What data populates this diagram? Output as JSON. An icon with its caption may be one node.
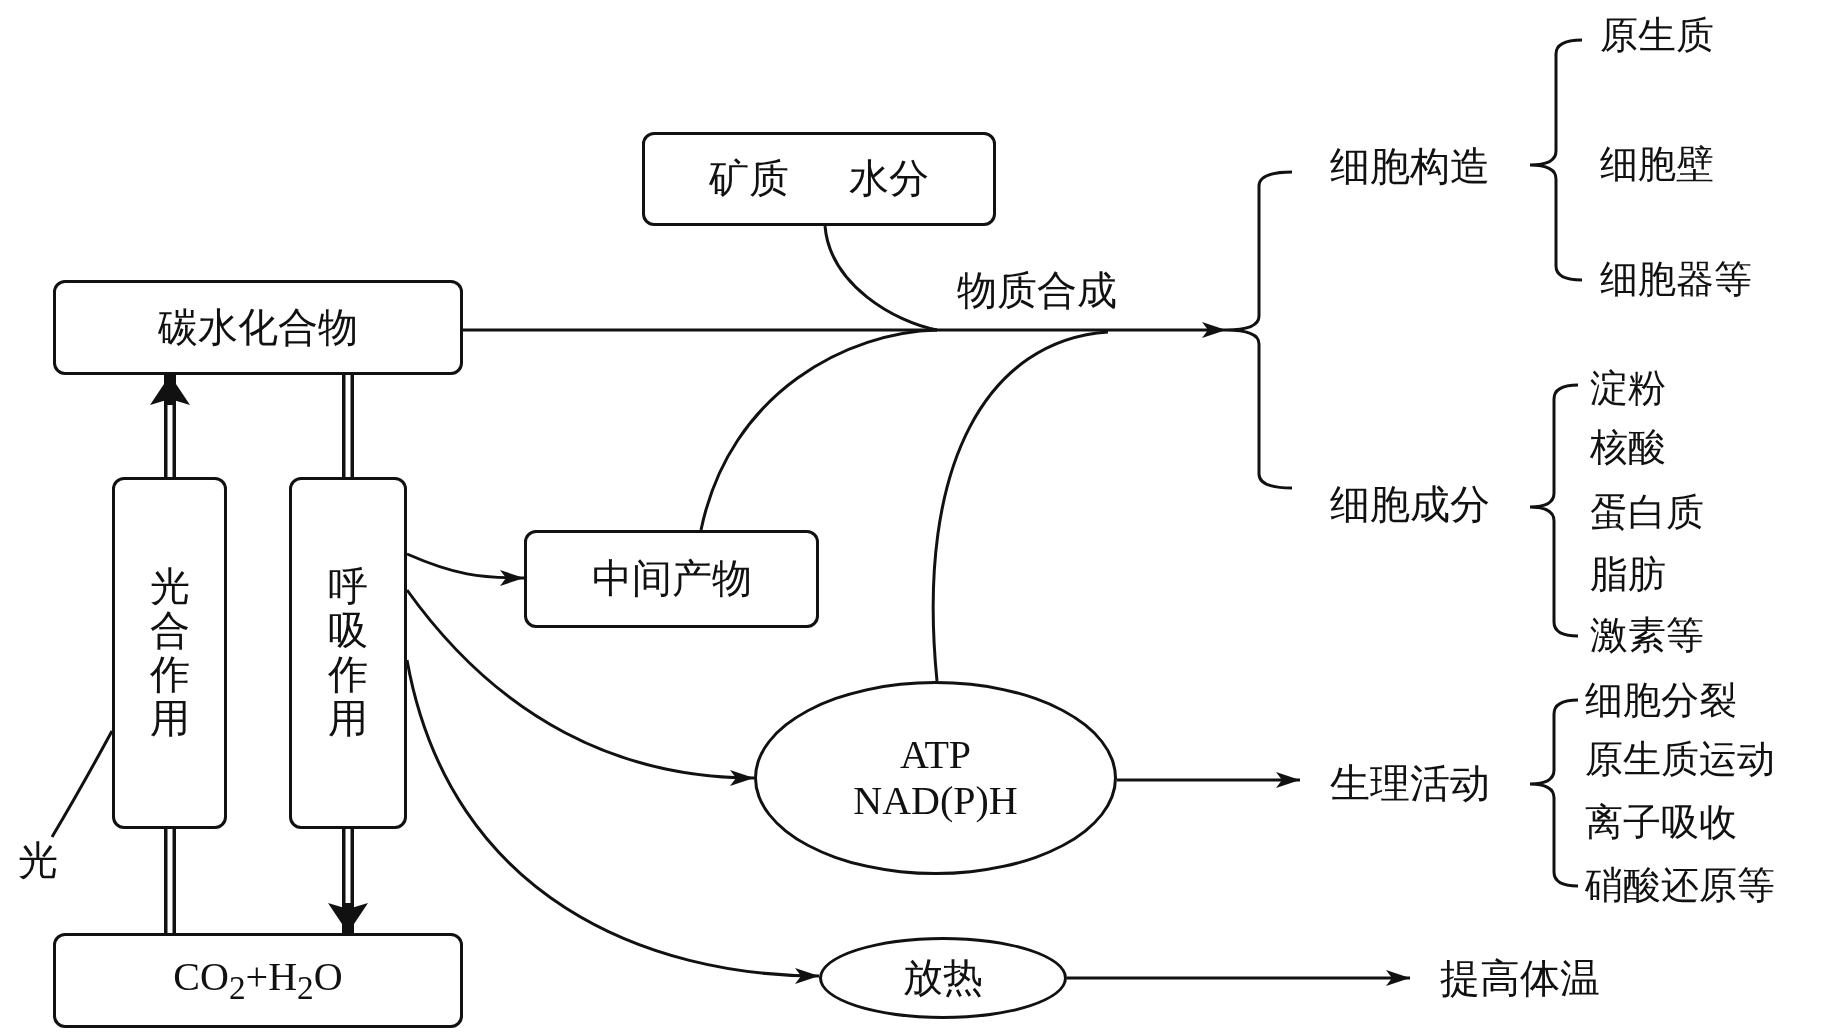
{
  "diagram": {
    "nodes": [
      {
        "text": [
          "矿质",
          "水分"
        ]
      },
      {
        "text": [
          "碳水化合物"
        ]
      },
      {
        "text": [
          "物质合成"
        ]
      },
      {
        "text": [
          "细胞构造"
        ]
      },
      {
        "text": [
          "细胞成分"
        ]
      },
      {
        "text": [
          "光合作用"
        ]
      },
      {
        "text": [
          "呼吸作用"
        ]
      },
      {
        "text": [
          "中间产物"
        ]
      },
      {
        "text": [
          "ATP NAD(P)H"
        ]
      },
      {
        "text": [
          "生理活动"
        ]
      },
      {
        "text": [
          "光"
        ]
      },
      {
        "text": [
          "放热"
        ]
      },
      {
        "text": [
          "提高体温"
        ]
      },
      {
        "text": [
          "CO$_{2}$+H$_{2}$O"
        ]
      },
      {
        "text": [],
        "shape": "brace"
      }
    ],
    "edges": [
      {
        "from": 5,
        "to": 1,
        "arrow": "to",
        "style": "thick"
      },
      {
        "from": 13,
        "to": 5,
        "arrow": "none",
        "style": "thick"
      },
      {
        "from": 1,
        "to": 6,
        "arrow": "none",
        "style": "thick"
      },
      {
        "from": 6,
        "to": 13,
        "arrow": "to",
        "style": "thick"
      },
      {
        "from": 10,
        "to": 5,
        "arrow": "none"
      },
      {
        "from": 1,
        "to": 2,
        "arrow": "none"
      },
      {
        "from": 0,
        "to": 2,
        "arrow": "none"
      },
      {
        "from": 7,
        "to": 2,
        "arrow": "none"
      },
      {
        "from": 8,
        "to": 2,
        "arrow": "none"
      },
      {
        "from": 2,
        "to": 14,
        "arrow": "to"
      },
      {
        "from": 6,
        "to": 7,
        "arrow": "to"
      },
      {
        "from": 6,
        "to": 8,
        "arrow": "to"
      },
      {
        "from": 6,
        "to": 11,
        "arrow": "to"
      },
      {
        "from": 8,
        "to": 9,
        "arrow": "to"
      },
      {
        "from": 11,
        "to": 12,
        "arrow": "to"
      }
    ],
    "labels": [
      "原生质",
      "细胞壁",
      "细胞器等",
      "淀粉",
      "核酸",
      "蛋白质",
      "脂肪",
      "激素等",
      "细胞分裂",
      "原生质运动",
      "离子吸收",
      "硝酸还原等"
    ]
  }
}
